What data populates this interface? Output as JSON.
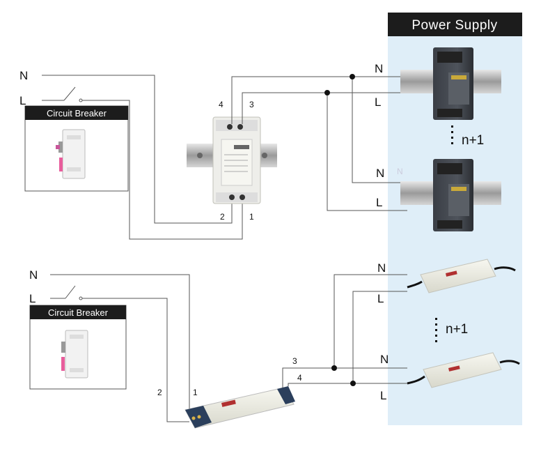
{
  "panel": {
    "title": "Power Supply",
    "bg_color": "#dfeef8",
    "header_color": "#1c1c1c"
  },
  "top_circuit": {
    "input_n": "N",
    "input_l": "L",
    "breaker_label": "Circuit Breaker",
    "controller_terminals": {
      "t1": "1",
      "t2": "2",
      "t3": "3",
      "t4": "4"
    },
    "psu1": {
      "n": "N",
      "l": "L"
    },
    "psu2": {
      "n": "N",
      "l": "L"
    },
    "count_label": "n+1"
  },
  "bottom_circuit": {
    "input_n": "N",
    "input_l": "L",
    "breaker_label": "Circuit Breaker",
    "controller_terminals": {
      "t1": "1",
      "t2": "2",
      "t3": "3",
      "t4": "4"
    },
    "psu1": {
      "n": "N",
      "l": "L"
    },
    "psu2": {
      "n": "N",
      "l": "L"
    },
    "count_label": "n+1"
  },
  "icons": {
    "switch": "switch-icon",
    "breaker": "circuit-breaker-icon",
    "din_psu": "din-rail-psu-icon",
    "led_driver": "led-driver-icon"
  }
}
